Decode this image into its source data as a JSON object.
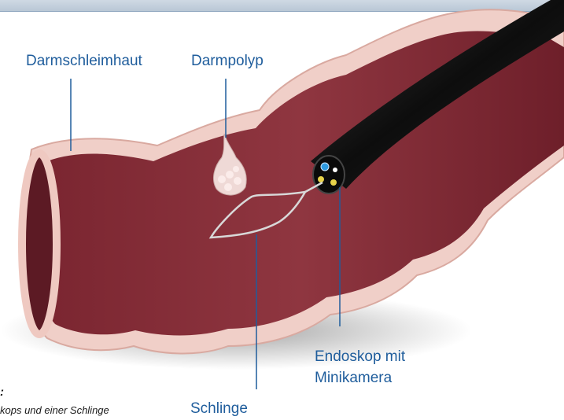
{
  "labels": {
    "mucosa": "Darmschleimhaut",
    "polyp": "Darmpolyp",
    "endoscope_line1": "Endoskop mit",
    "endoscope_line2": "Minikamera",
    "snare": "Schlinge"
  },
  "caption": {
    "title": ":",
    "text": "kops und einer Schlinge"
  },
  "colors": {
    "label_blue": "#1f5d9c",
    "tissue_outer": "#f2d3cc",
    "tissue_inner": "#8a2c36",
    "scope_black": "#111111"
  }
}
